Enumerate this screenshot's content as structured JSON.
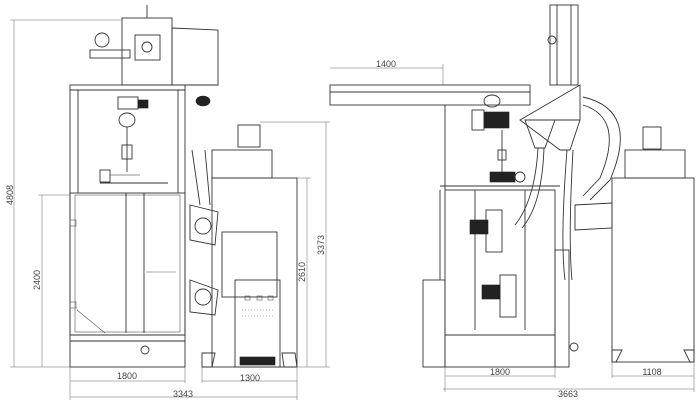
{
  "front_view": {
    "dimensions": {
      "total_height": "4808",
      "cabinet_height": "2400",
      "cabinet_width": "1800",
      "total_width": "3343",
      "collector_width": "1300",
      "collector_height": "2610",
      "collector_top_height": "3373"
    }
  },
  "side_view": {
    "dimensions": {
      "beam_extension": "1400",
      "cabinet_width": "1800",
      "total_width": "3663",
      "collector_width": "1108"
    }
  }
}
